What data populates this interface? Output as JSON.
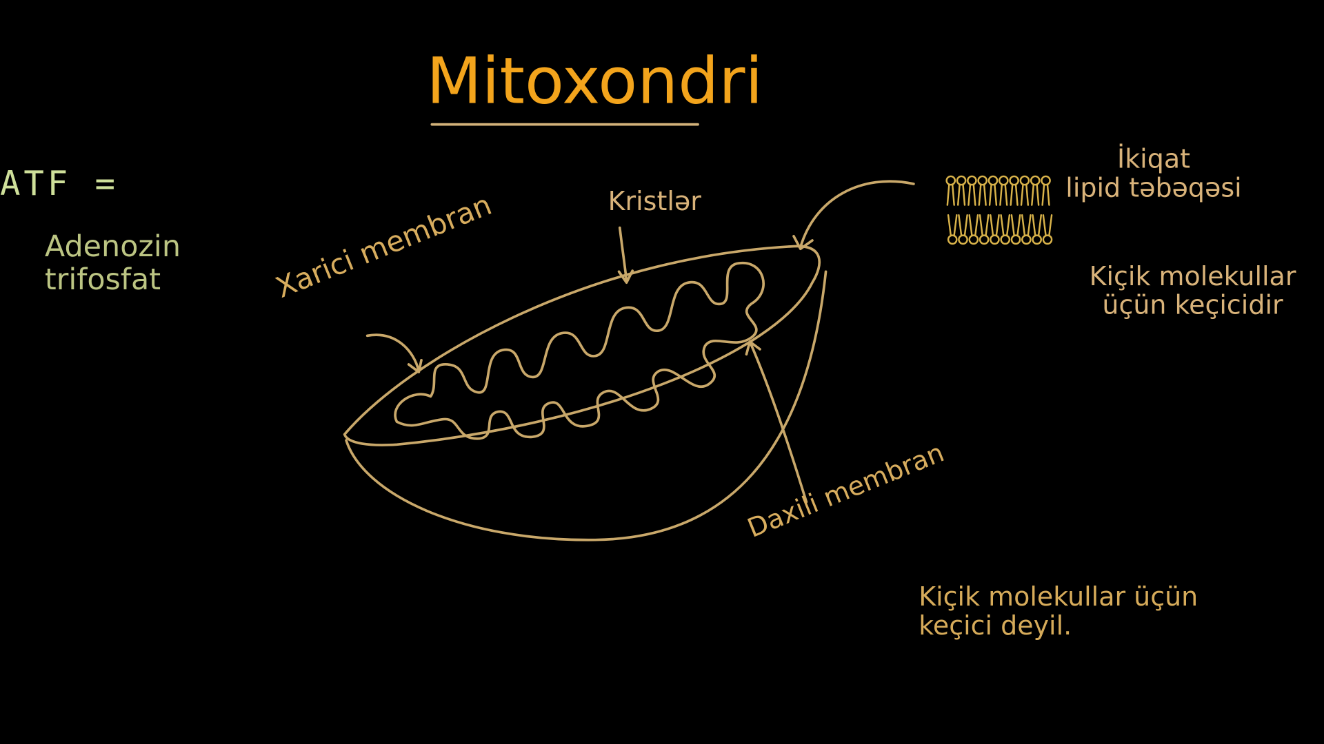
{
  "title": "Mitoxondri",
  "atf": {
    "label": "ATF =",
    "expansion_line1": "Adenozin",
    "expansion_line2": "trifosfat"
  },
  "labels": {
    "cristae": "Kristlər",
    "outer_membrane": "Xarici membran",
    "inner_membrane": "Daxili membran",
    "lipid_line1": "İkiqat",
    "lipid_line2": "lipid təbəqəsi",
    "outer_perm_line1": "Kiçik molekullar",
    "outer_perm_line2": "üçün keçicidir",
    "inner_perm_line1": "Kiçik molekullar üçün",
    "inner_perm_line2": "keçici deyil."
  },
  "colors": {
    "title": "#f3a41c",
    "drawing": "#c9a86a",
    "atf": "#cfe09a"
  }
}
